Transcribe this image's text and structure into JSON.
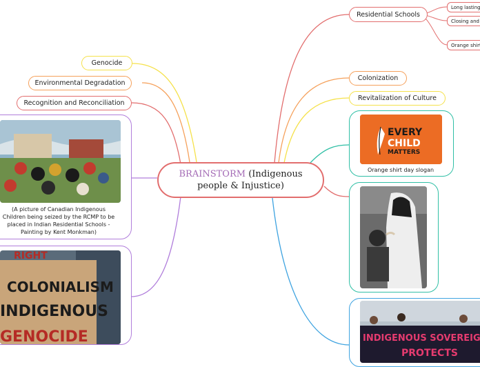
{
  "center": {
    "highlight": "BRAINSTORM",
    "rest_line1": " (Indigenous",
    "rest_line2": "people & Injustice)"
  },
  "left_topics": {
    "genocide": "Genocide",
    "environment": "Environmental Degradation",
    "recognition": "Recognition and Reconciliation"
  },
  "right_topics": {
    "residential": "Residential Schools",
    "colonization": "Colonization",
    "revitalization": "Revitalization of Culture"
  },
  "residential_subtopics": [
    "Long lasting",
    "Closing and l",
    "Orange shirt"
  ],
  "images": {
    "painting_caption": "(A picture of Canadian Indigenous Children being seized by the RCMP to be placed in Indian Residential Schools - Painting by Kent Monkman)",
    "protest_sign_lines": [
      "COLONIALISM",
      "INDIGENOUS",
      "GENOCIDE"
    ],
    "protest_sign_top": "RIGHT",
    "logo_lines": [
      "EVERY",
      "CHILD",
      "MATTERS"
    ],
    "logo_caption": "Orange shirt day slogan",
    "banner_lines": [
      "INDIGENOUS SOVEREIGN",
      "PROTECTS"
    ]
  },
  "colors": {
    "yellow": "#f5e14a",
    "orange": "#f5a05a",
    "red": "#e26d6d",
    "purple": "#b07ddb",
    "teal": "#2fbfa5",
    "blue": "#3ea3e0",
    "highlight": "#a36ab5"
  }
}
